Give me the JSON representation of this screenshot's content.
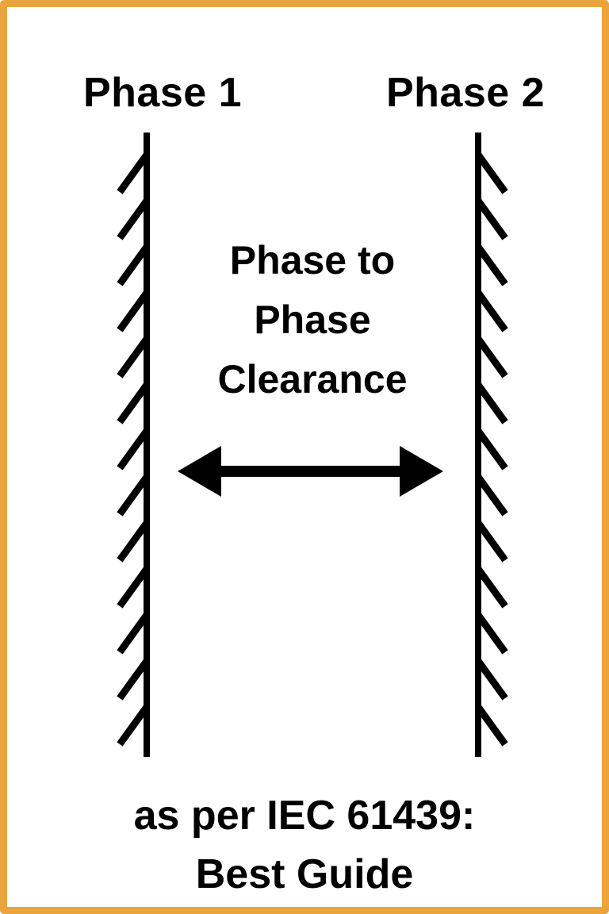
{
  "poster": {
    "colors": {
      "frame": "#EBA33B",
      "ink": "#000000",
      "background": "#FFFFFF"
    },
    "left_label": "Phase 1",
    "right_label": "Phase 2",
    "clearance_title_lines": [
      "Phase to",
      "Phase",
      "Clearance"
    ],
    "caption_lines": [
      "as per IEC 61439:",
      "Best Guide"
    ]
  }
}
